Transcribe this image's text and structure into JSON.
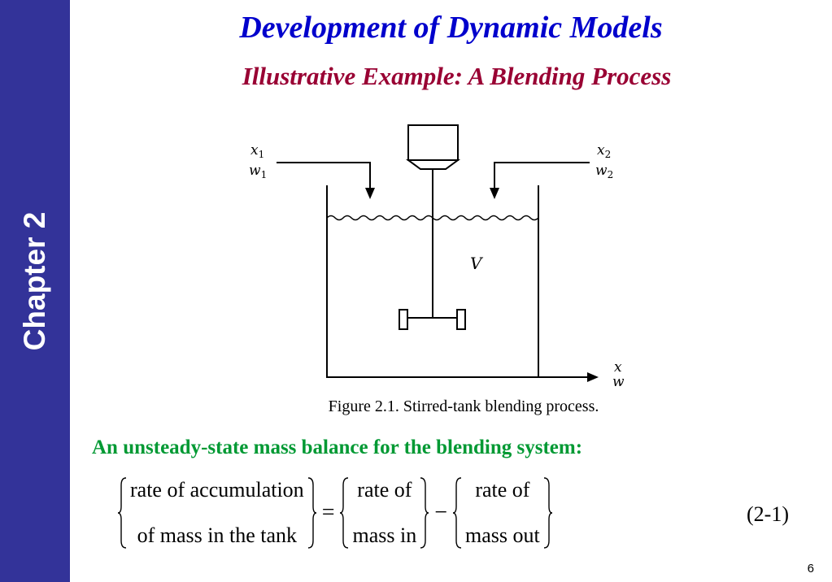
{
  "sidebar": {
    "label": "Chapter 2"
  },
  "header": {
    "title": "Development of Dynamic Models",
    "subtitle": "Illustrative Example:  A Blending Process"
  },
  "figure": {
    "inlet1": {
      "x": "x",
      "x_sub": "1",
      "w": "w",
      "w_sub": "1"
    },
    "inlet2": {
      "x": "x",
      "x_sub": "2",
      "w": "w",
      "w_sub": "2"
    },
    "volume_label": "V",
    "outlet": {
      "x": "x",
      "w": "w"
    },
    "caption": "Figure 2.1. Stirred-tank blending process."
  },
  "statement": "An unsteady-state mass balance for the blending system:",
  "equation": {
    "term1": {
      "line1": "rate of  accumulation",
      "line2": "of  mass in the tank"
    },
    "op1": "=",
    "term2": {
      "line1": "rate of",
      "line2": "mass in"
    },
    "op2": "−",
    "term3": {
      "line1": "rate of",
      "line2": "mass out"
    },
    "number": "(2-1)"
  },
  "page_number": "6"
}
